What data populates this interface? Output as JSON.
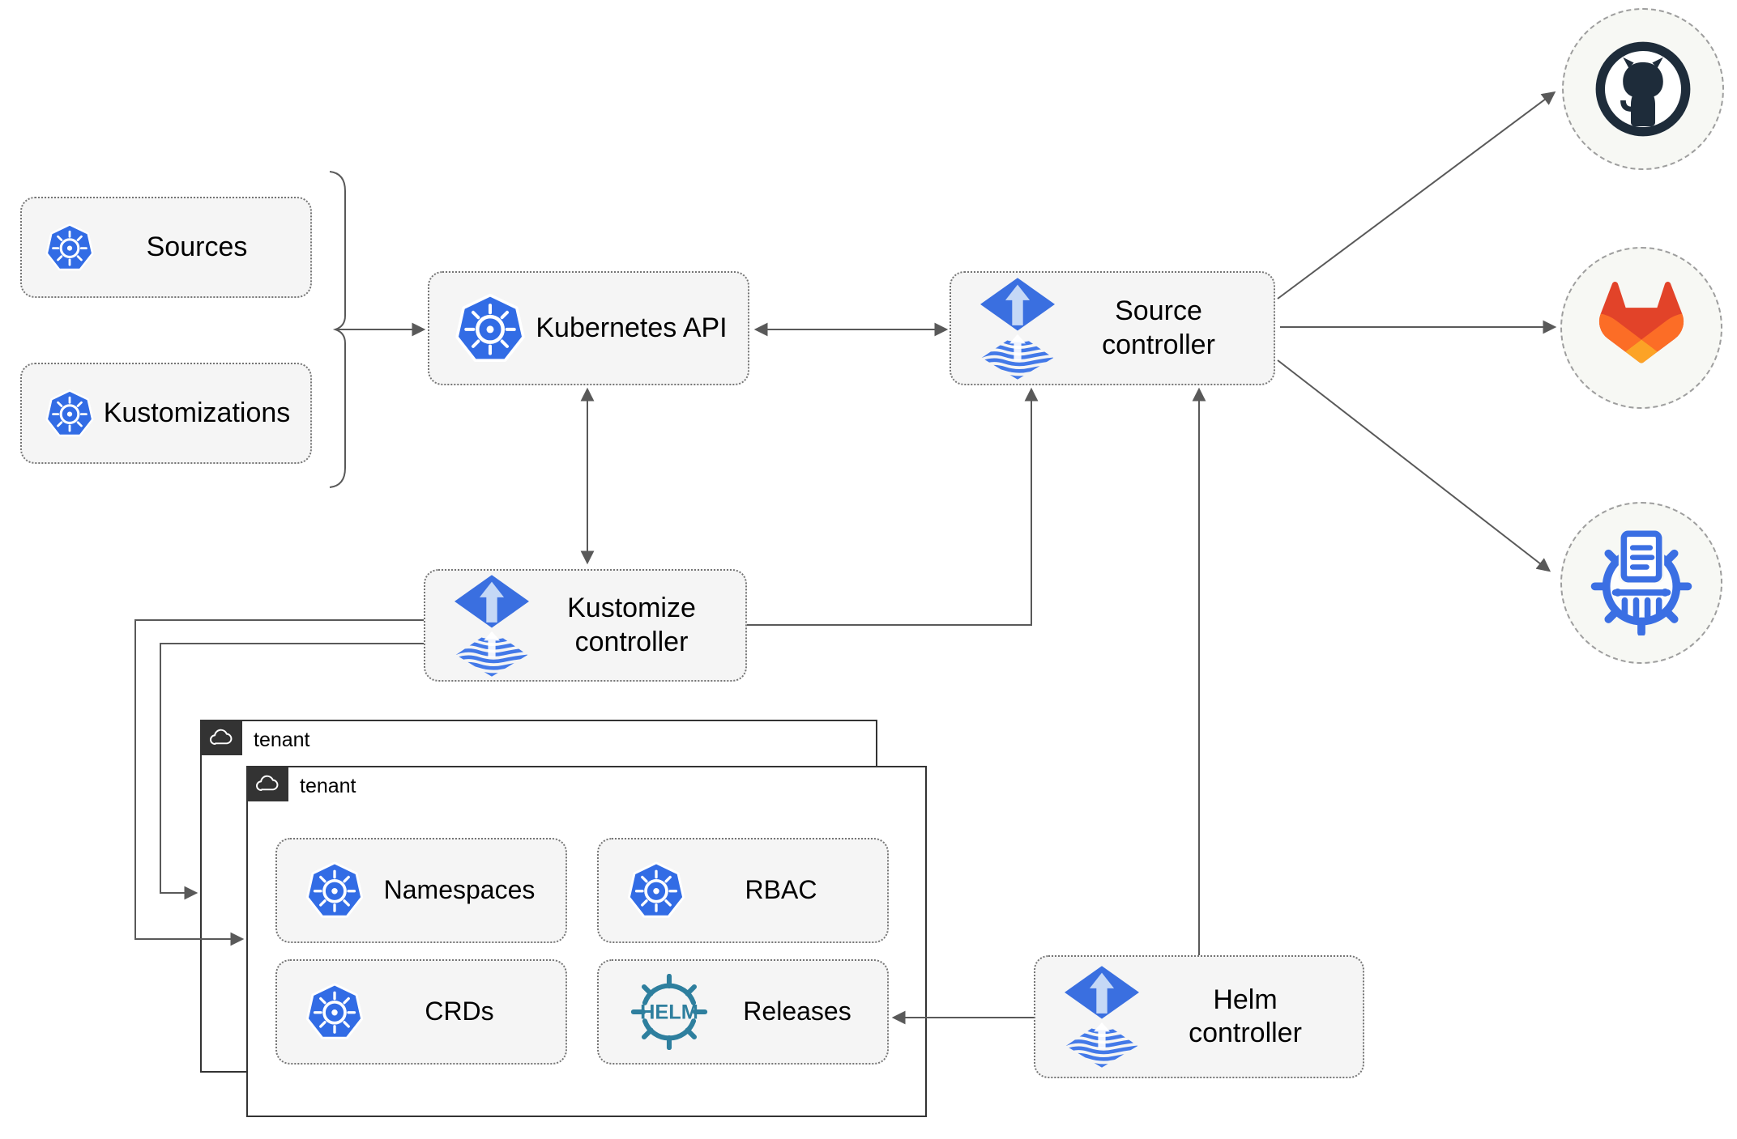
{
  "diagram_type": "flux-gitops-architecture",
  "labels": {
    "sources": "Sources",
    "kustomizations": "Kustomizations",
    "kubernetes_api": "Kubernetes API",
    "source_controller": "Source controller",
    "kustomize_controller": "Kustomize controller",
    "helm_controller": "Helm controller",
    "tenant_back": "tenant",
    "tenant_front": "tenant",
    "namespaces": "Namespaces",
    "rbac": "RBAC",
    "crds": "CRDs",
    "releases": "Releases",
    "helm_logo_text": "HELM"
  },
  "icons": {
    "kubernetes": "kubernetes-wheel-icon",
    "flux": "flux-diamond-arrow-icon",
    "helm": "helm-wheel-logo",
    "cloud": "cloud-icon",
    "github": "github-octocat-icon",
    "gitlab": "gitlab-tanuki-icon",
    "chartmuseum": "chartmuseum-helm-repository-icon"
  },
  "colors": {
    "kubernetes_blue": "#326ce5",
    "flux_blue": "#3a6fe0",
    "flux_arrow_light": "#c5d8f6",
    "flux_wave_blue": "#4379e8",
    "helm_teal": "#2e7f9e",
    "github_dark": "#1e2c3a",
    "gitlab_red_orange": "#e24329",
    "gitlab_orange": "#fc6d26",
    "gitlab_light_orange": "#fca326",
    "chartmuseum_blue": "#3b6fe3",
    "connector_gray": "#595959",
    "node_background": "#f5f5f5",
    "node_border": "#757575",
    "tenant_border": "#333333",
    "endpoint_circle_background": "#f7f8f4",
    "endpoint_circle_border": "#9e9e9e"
  },
  "edges": [
    {
      "from": "sources-and-kustomizations",
      "to": "kubernetes-api",
      "style": "bracket-with-arrow"
    },
    {
      "from": "kubernetes-api",
      "to": "source-controller",
      "style": "double-headed-arrow"
    },
    {
      "from": "kubernetes-api",
      "to": "kustomize-controller",
      "style": "double-headed-arrow"
    },
    {
      "from": "kustomize-controller",
      "to": "source-controller",
      "style": "arrow"
    },
    {
      "from": "helm-controller",
      "to": "source-controller",
      "style": "arrow"
    },
    {
      "from": "helm-controller",
      "to": "releases",
      "style": "arrow"
    },
    {
      "from": "kustomize-controller",
      "to": "tenant-front",
      "style": "arrow"
    },
    {
      "from": "kustomize-controller",
      "to": "tenant-back",
      "style": "arrow"
    },
    {
      "from": "source-controller",
      "to": "github",
      "style": "arrow"
    },
    {
      "from": "source-controller",
      "to": "gitlab",
      "style": "arrow"
    },
    {
      "from": "source-controller",
      "to": "chartmuseum",
      "style": "arrow"
    }
  ]
}
